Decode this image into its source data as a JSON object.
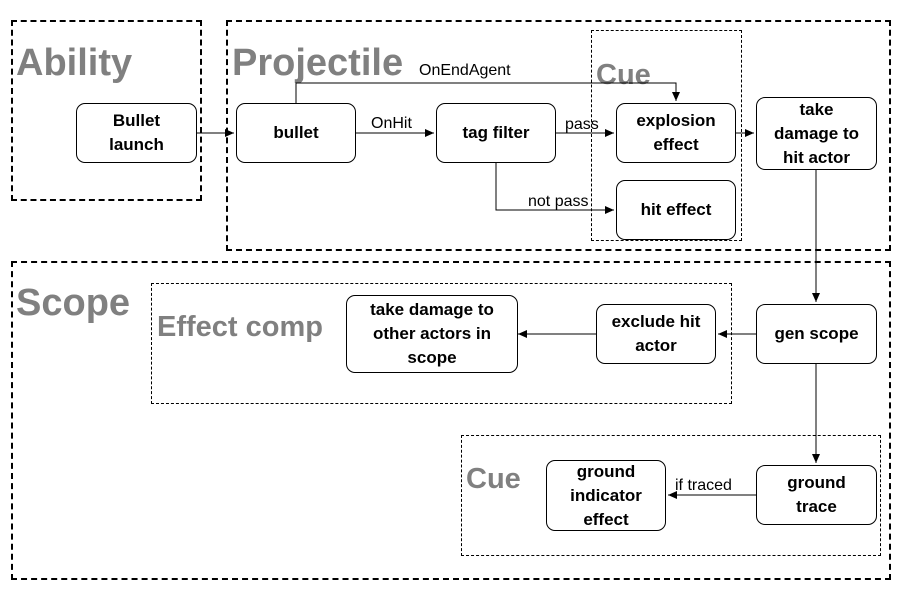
{
  "groups": {
    "ability": "Ability",
    "projectile": "Projectile",
    "cue_top": "Cue",
    "scope": "Scope",
    "effect_comp": "Effect comp",
    "cue_bottom": "Cue"
  },
  "nodes": {
    "bullet_launch": "Bullet\nlaunch",
    "bullet": "bullet",
    "tag_filter": "tag filter",
    "explosion_effect": "explosion\neffect",
    "hit_effect": "hit effect",
    "take_damage_hit_actor": "take\ndamage to\nhit actor",
    "gen_scope": "gen scope",
    "exclude_hit_actor": "exclude hit\nactor",
    "take_damage_other_actors": "take damage to\nother actors in\nscope",
    "ground_trace": "ground\ntrace",
    "ground_indicator_effect": "ground\nindicator\neffect"
  },
  "edges": {
    "on_end_agent": "OnEndAgent",
    "on_hit": "OnHit",
    "pass": "pass",
    "not_pass": "not pass",
    "if_traced": "if traced"
  }
}
